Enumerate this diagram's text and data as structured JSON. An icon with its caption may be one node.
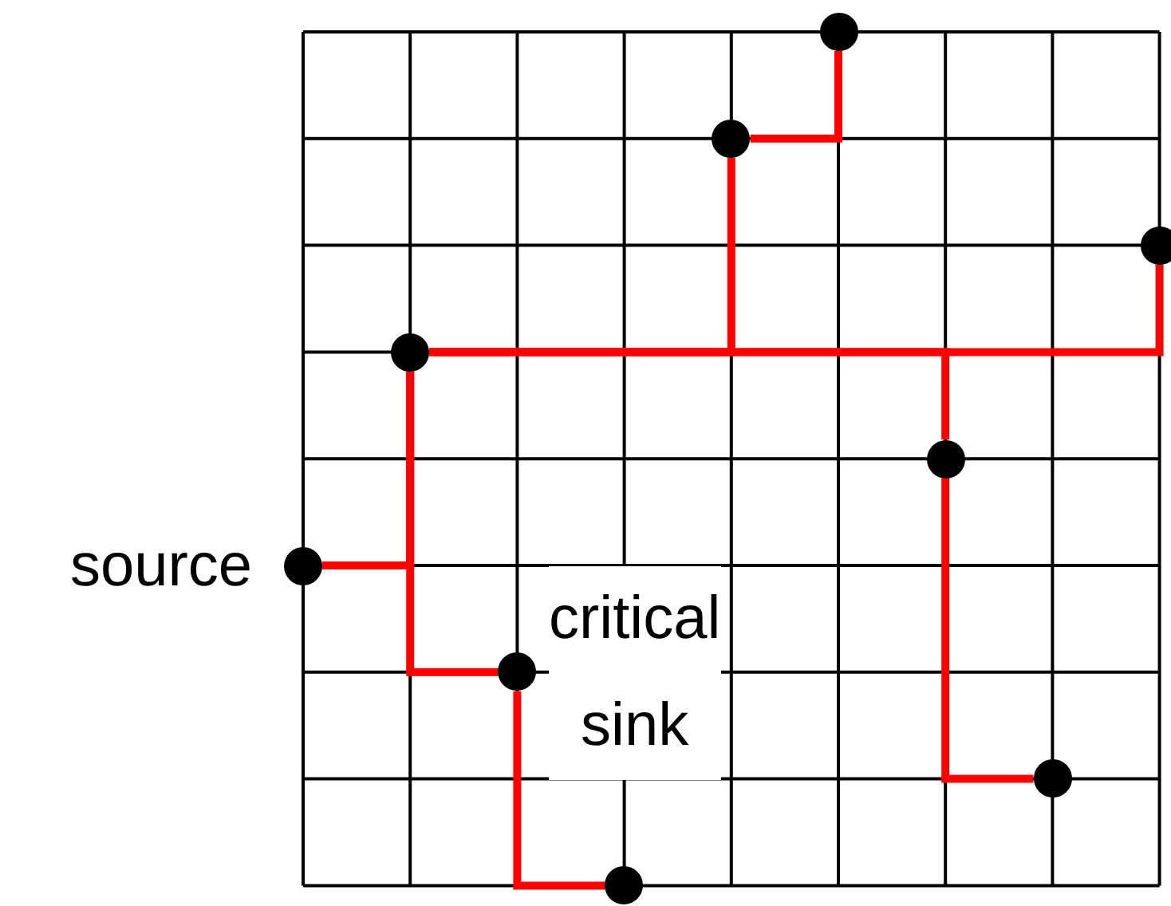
{
  "diagram": {
    "nodes": [
      {
        "text": [],
        "shape": "circle"
      },
      {
        "text": [],
        "shape": "circle"
      },
      {
        "text": [],
        "shape": "circle"
      },
      {
        "text": [],
        "shape": "circle"
      },
      {
        "text": [],
        "shape": "circle"
      },
      {
        "text": [],
        "shape": "circle",
        "beside": [
          "source"
        ]
      },
      {
        "text": [],
        "shape": "circle",
        "beside": [
          "critical sink"
        ]
      },
      {
        "text": [],
        "shape": "circle"
      },
      {
        "text": [],
        "shape": "circle"
      }
    ],
    "edges": [
      {
        "from": 5,
        "to": 3,
        "arrow": "none"
      },
      {
        "from": 3,
        "to": 6,
        "arrow": "none"
      },
      {
        "from": 6,
        "to": 8,
        "arrow": "none"
      },
      {
        "from": 3,
        "to": 1,
        "arrow": "none"
      },
      {
        "from": 1,
        "to": 0,
        "arrow": "none"
      },
      {
        "from": 3,
        "to": 2,
        "arrow": "none"
      },
      {
        "from": 3,
        "to": 4,
        "arrow": "none"
      },
      {
        "from": 4,
        "to": 7,
        "arrow": "none"
      }
    ]
  }
}
